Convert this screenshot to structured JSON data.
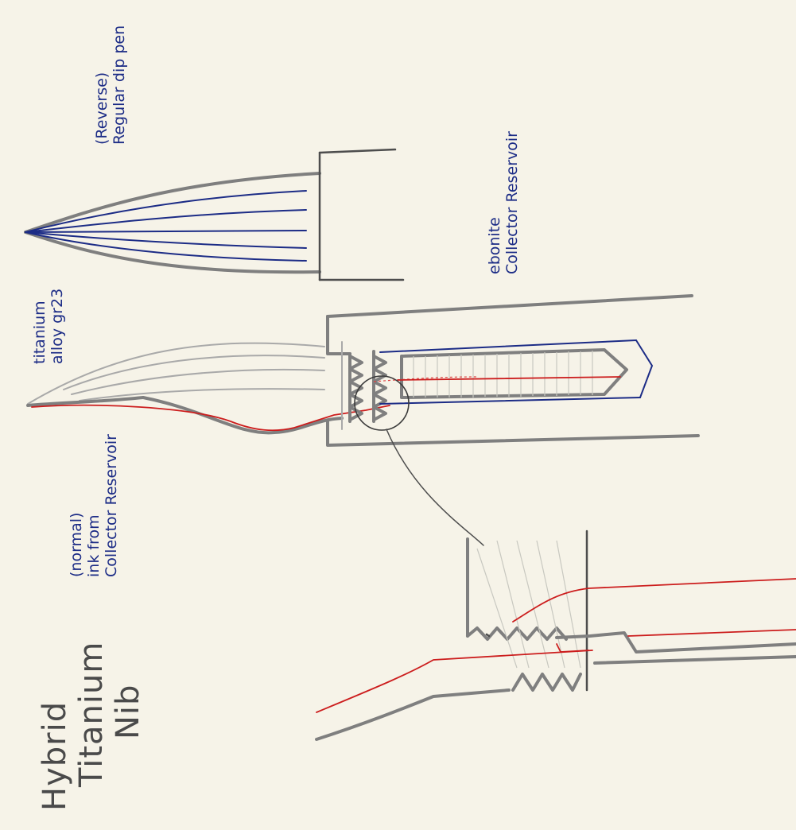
{
  "title": {
    "line1": "Hybrid",
    "line2": "Titanium",
    "line3": "Nib"
  },
  "labels": {
    "reverse_line1": "(Reverse)",
    "reverse_line2": "Regular dip pen",
    "titanium_line1": "titanium",
    "titanium_line2": "alloy gr23",
    "ebonite_line1": "ebonite",
    "ebonite_line2": "Collector Reservoir",
    "normal_line1": "(normal)",
    "normal_line2": "ink from",
    "normal_line3": "Collector Reservoir"
  },
  "colors": {
    "paper": "#f6f3e8",
    "pencil": "#7f7f7f",
    "ink_blue": "#1c2c86",
    "ink_red": "#cc1d1d"
  }
}
